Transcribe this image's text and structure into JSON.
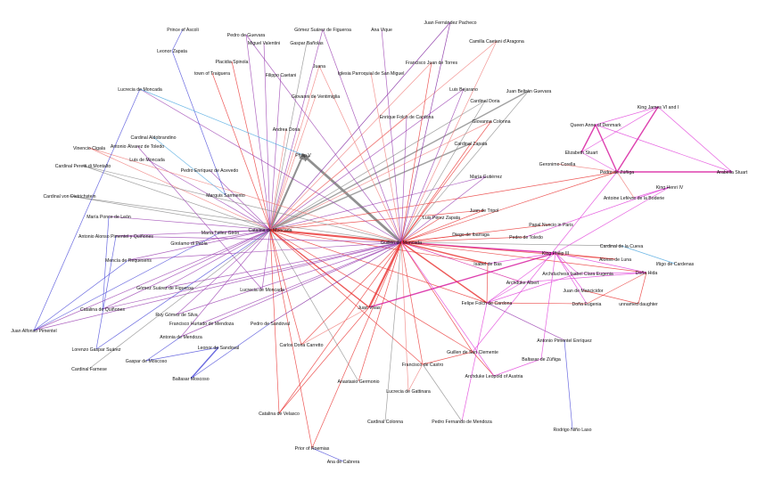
{
  "colors": {
    "purple": "#9a3fb0",
    "red": "#e8302e",
    "lightred": "#ef7a78",
    "pink": "#e03ad8",
    "magenta": "#d4109a",
    "blue": "#4646d8",
    "gray": "#8a8a8a",
    "sky": "#4aa6e0",
    "darkpurple": "#7a1a9a"
  },
  "nodes": [
    {
      "id": "catalina",
      "label": "Catalina de Moncada"
    },
    {
      "id": "guillen",
      "label": "Guillén de Moncada"
    },
    {
      "id": "philip",
      "label": "Philip V"
    },
    {
      "id": "ascoli",
      "label": "Prince of Ascoli"
    },
    {
      "id": "leonorz",
      "label": "Leonor Zapata"
    },
    {
      "id": "pguevara",
      "label": "Pedro de Guevara"
    },
    {
      "id": "miguel",
      "label": "Miguel Valentini"
    },
    {
      "id": "gbanolas",
      "label": "Gaspar Bañolas"
    },
    {
      "id": "gsf1",
      "label": "Gómez Suárez de Figueroa"
    },
    {
      "id": "anavique",
      "label": "Ana Vique"
    },
    {
      "id": "placidia",
      "label": "Placidia Spinola"
    },
    {
      "id": "traiguera",
      "label": "town of Traiguera"
    },
    {
      "id": "filippo",
      "label": "Filippo Caetani"
    },
    {
      "id": "juana",
      "label": "Juana"
    },
    {
      "id": "iglesia",
      "label": "Iglesia Parroquial de San Miguel"
    },
    {
      "id": "lucrecia1",
      "label": "Lucrecia de Moncada"
    },
    {
      "id": "giovanni",
      "label": "Giovanni de Ventimiglia"
    },
    {
      "id": "andrea",
      "label": "Andrea Doria"
    },
    {
      "id": "aldobrandino",
      "label": "Cardinal Aldobrandino"
    },
    {
      "id": "alvarez",
      "label": "Antonio Álvarez de Toledo"
    },
    {
      "id": "cigala",
      "label": "Vinencio Cigala"
    },
    {
      "id": "luism",
      "label": "Luis de Moncada"
    },
    {
      "id": "peretti",
      "label": "Cardinal Peretti di Montalto"
    },
    {
      "id": "acevedo",
      "label": "Pedro Enríquez de Acevedo"
    },
    {
      "id": "sarmiento",
      "label": "Marquis Sarmiento"
    },
    {
      "id": "dietrich",
      "label": "Cardinal von Dietrichstein"
    },
    {
      "id": "ponce",
      "label": "María Ponce de León"
    },
    {
      "id": "aapq",
      "label": "Antonio Alonso Pimentel y Quiñones"
    },
    {
      "id": "girolamo",
      "label": "Girolamo di Paola"
    },
    {
      "id": "tellez",
      "label": "María Téllez Girón"
    },
    {
      "id": "mencia",
      "label": "Mencía de Requesens"
    },
    {
      "id": "gsf2",
      "label": "Gómez Suárez de Figueroa"
    },
    {
      "id": "lucrecia2",
      "label": "Lucrecia de Moncada"
    },
    {
      "id": "quinones",
      "label": "Catalina de Quiñones"
    },
    {
      "id": "ruy",
      "label": "Ruy Gómez de Silva"
    },
    {
      "id": "hurtado",
      "label": "Francisco Hurtado de Mendoza"
    },
    {
      "id": "psandoval",
      "label": "Pedro de Sandoval"
    },
    {
      "id": "jap",
      "label": "Juan Alfonso Pimentel"
    },
    {
      "id": "antonia",
      "label": "Antonia de Mendoza"
    },
    {
      "id": "leonors",
      "label": "Leonor de Sandoval"
    },
    {
      "id": "carretto",
      "label": "Carlos Doria Carretto"
    },
    {
      "id": "lorenzo",
      "label": "Lorenzo Gaspar Suárez"
    },
    {
      "id": "gmoscoso",
      "label": "Gaspar de Moscoso"
    },
    {
      "id": "farnese",
      "label": "Cardinal Farnese"
    },
    {
      "id": "bmoscoso",
      "label": "Baltasar Moscoso"
    },
    {
      "id": "vivas",
      "label": "Juan Vivas"
    },
    {
      "id": "velasco",
      "label": "Catalina de Velasco"
    },
    {
      "id": "prior",
      "label": "Prior of Roemias"
    },
    {
      "id": "cabrera",
      "label": "Ana de Cabrera"
    },
    {
      "id": "germonio",
      "label": "Anastasio Germonio"
    },
    {
      "id": "ccolonna",
      "label": "Cardinal Colonna"
    },
    {
      "id": "gattinara",
      "label": "Lucrecia de Gattinara"
    },
    {
      "id": "castro",
      "label": "Francisco de Castro"
    },
    {
      "id": "sanclemente",
      "label": "Guillen de San Clemente"
    },
    {
      "id": "leopold",
      "label": "Archduke Leopold of Austria"
    },
    {
      "id": "pfmendoza",
      "label": "Pedro Fernando de Mendoza"
    },
    {
      "id": "bzuniga",
      "label": "Baltasar de Zúñiga"
    },
    {
      "id": "ape",
      "label": "Antonio Pimentel Enríquez"
    },
    {
      "id": "rodrigo",
      "label": "Rodrigo Niño Laso"
    },
    {
      "id": "felipe",
      "label": "Felipe Folch de Cardona"
    },
    {
      "id": "albert",
      "label": "Archduke Albert"
    },
    {
      "id": "isabelbas",
      "label": "Isabel de Bas"
    },
    {
      "id": "kingphilip",
      "label": "King Philip III"
    },
    {
      "id": "isabelclara",
      "label": "Archduchess Isabel Clara Eugenia"
    },
    {
      "id": "mancicidor",
      "label": "Juan de Mancicidor"
    },
    {
      "id": "eugenia",
      "label": "Doña Eugenia"
    },
    {
      "id": "daughter",
      "label": "unnamed daughter"
    },
    {
      "id": "hida",
      "label": "Doña Hida"
    },
    {
      "id": "luna",
      "label": "Alonso de Luna"
    },
    {
      "id": "cardenas",
      "label": "Iñigo de Cardenas"
    },
    {
      "id": "cueva",
      "label": "Cardinal de la Cueva"
    },
    {
      "id": "ptoledo",
      "label": "Pedro de Toledo"
    },
    {
      "id": "ibarra",
      "label": "Diego de Ibarraga"
    },
    {
      "id": "nuncio",
      "label": "Papal Nuncio in Paris"
    },
    {
      "id": "tripol",
      "label": "Juan de Tripol"
    },
    {
      "id": "lpzapata",
      "label": "Luis Pérez Zapata"
    },
    {
      "id": "gutierrez",
      "label": "María Gutiérrez"
    },
    {
      "id": "czapata",
      "label": "Cardinal Zapata"
    },
    {
      "id": "gcolonna",
      "label": "Giovanna Colonna"
    },
    {
      "id": "cdoria",
      "label": "Cardinal Doria"
    },
    {
      "id": "bejarano",
      "label": "Luis Bejarano"
    },
    {
      "id": "beltran",
      "label": "Juan Beltrán Guevara"
    },
    {
      "id": "enrique",
      "label": "Enrique Folch de Cardona"
    },
    {
      "id": "torres",
      "label": "Francisco Juan de Torres"
    },
    {
      "id": "camilla",
      "label": "Camilla Caetani d'Aragona"
    },
    {
      "id": "pacheco",
      "label": "Juan Fernández Pacheco"
    },
    {
      "id": "james",
      "label": "King James VI and I"
    },
    {
      "id": "anne",
      "label": "Queen Anne of Denmark"
    },
    {
      "id": "elizabeth",
      "label": "Elizabeth Stuart"
    },
    {
      "id": "corella",
      "label": "Geronimo Corella"
    },
    {
      "id": "pzuniga",
      "label": "Pedro de Zúñiga"
    },
    {
      "id": "arabella",
      "label": "Arabella Stuart"
    },
    {
      "id": "henri",
      "label": "King Henri IV"
    },
    {
      "id": "boderie",
      "label": "Antoine Lefèvre de la Boderie"
    }
  ],
  "edges": [
    [
      "catalina",
      "philip",
      "gray",
      3
    ],
    [
      "guillen",
      "philip",
      "gray",
      4
    ],
    [
      "catalina",
      "pguevara",
      "purple",
      1
    ],
    [
      "catalina",
      "miguel",
      "purple",
      1
    ],
    [
      "catalina",
      "gbanolas",
      "gray",
      1
    ],
    [
      "catalina",
      "placidia",
      "red",
      1
    ],
    [
      "catalina",
      "traiguera",
      "red",
      1
    ],
    [
      "catalina",
      "filippo",
      "purple",
      1
    ],
    [
      "catalina",
      "juana",
      "lightred",
      1
    ],
    [
      "catalina",
      "gsf1",
      "purple",
      1
    ],
    [
      "catalina",
      "giovanni",
      "lightred",
      1
    ],
    [
      "catalina",
      "andrea",
      "lightred",
      1
    ],
    [
      "catalina",
      "acevedo",
      "purple",
      1
    ],
    [
      "catalina",
      "sarmiento",
      "purple",
      1
    ],
    [
      "catalina",
      "cigala",
      "lightred",
      1
    ],
    [
      "catalina",
      "peretti",
      "gray",
      1
    ],
    [
      "catalina",
      "dietrich",
      "gray",
      1
    ],
    [
      "catalina",
      "luism",
      "purple",
      1
    ],
    [
      "catalina",
      "ponce",
      "purple",
      1
    ],
    [
      "catalina",
      "aapq",
      "purple",
      1
    ],
    [
      "catalina",
      "girolamo",
      "purple",
      1
    ],
    [
      "catalina",
      "tellez",
      "purple",
      1
    ],
    [
      "catalina",
      "mencia",
      "purple",
      1
    ],
    [
      "catalina",
      "gsf2",
      "purple",
      1
    ],
    [
      "catalina",
      "lucrecia2",
      "purple",
      1
    ],
    [
      "catalina",
      "quinones",
      "purple",
      1
    ],
    [
      "catalina",
      "ruy",
      "purple",
      1
    ],
    [
      "catalina",
      "jap",
      "purple",
      1
    ],
    [
      "catalina",
      "antonia",
      "purple",
      1
    ],
    [
      "catalina",
      "lorenzo",
      "blue",
      1
    ],
    [
      "catalina",
      "farnese",
      "gray",
      1
    ],
    [
      "catalina",
      "velasco",
      "red",
      1
    ],
    [
      "catalina",
      "prior",
      "red",
      1
    ],
    [
      "catalina",
      "carretto",
      "red",
      1
    ],
    [
      "catalina",
      "vivas",
      "red",
      2
    ],
    [
      "catalina",
      "guillen",
      "red",
      3
    ],
    [
      "catalina",
      "germonio",
      "gray",
      1
    ],
    [
      "catalina",
      "castro",
      "red",
      1
    ],
    [
      "catalina",
      "sanclemente",
      "red",
      1
    ],
    [
      "catalina",
      "isabelbas",
      "red",
      1
    ],
    [
      "catalina",
      "felipe",
      "red",
      1
    ],
    [
      "catalina",
      "torres",
      "lightred",
      1
    ],
    [
      "catalina",
      "camilla",
      "lightred",
      1
    ],
    [
      "catalina",
      "bejarano",
      "purple",
      1
    ],
    [
      "catalina",
      "cdoria",
      "gray",
      1
    ],
    [
      "catalina",
      "beltran",
      "gray",
      2
    ],
    [
      "catalina",
      "gcolonna",
      "lightred",
      1
    ],
    [
      "catalina",
      "czapata",
      "gray",
      2
    ],
    [
      "catalina",
      "gutierrez",
      "purple",
      1
    ],
    [
      "catalina",
      "pacheco",
      "darkpurple",
      1
    ],
    [
      "catalina",
      "enrique",
      "lightred",
      1
    ],
    [
      "catalina",
      "tripol",
      "red",
      1
    ],
    [
      "catalina",
      "pzuniga",
      "red",
      1
    ],
    [
      "guillen",
      "pacheco",
      "darkpurple",
      1
    ],
    [
      "guillen",
      "torres",
      "red",
      1
    ],
    [
      "guillen",
      "camilla",
      "lightred",
      1
    ],
    [
      "guillen",
      "bejarano",
      "purple",
      1
    ],
    [
      "guillen",
      "beltran",
      "gray",
      1
    ],
    [
      "guillen",
      "cdoria",
      "gray",
      1
    ],
    [
      "guillen",
      "gcolonna",
      "red",
      1
    ],
    [
      "guillen",
      "czapata",
      "red",
      1
    ],
    [
      "guillen",
      "gutierrez",
      "purple",
      1
    ],
    [
      "guillen",
      "enrique",
      "purple",
      1
    ],
    [
      "guillen",
      "iglesia",
      "lightred",
      1
    ],
    [
      "guillen",
      "juana",
      "lightred",
      1
    ],
    [
      "guillen",
      "anavique",
      "purple",
      1
    ],
    [
      "guillen",
      "gsf1",
      "purple",
      1
    ],
    [
      "guillen",
      "pguevara",
      "purple",
      1
    ],
    [
      "guillen",
      "lucrecia1",
      "purple",
      1
    ],
    [
      "guillen",
      "cigala",
      "lightred",
      1
    ],
    [
      "guillen",
      "peretti",
      "gray",
      1
    ],
    [
      "guillen",
      "dietrich",
      "gray",
      1
    ],
    [
      "guillen",
      "aapq",
      "purple",
      1
    ],
    [
      "guillen",
      "mencia",
      "purple",
      1
    ],
    [
      "guillen",
      "quinones",
      "purple",
      1
    ],
    [
      "guillen",
      "jap",
      "purple",
      1
    ],
    [
      "guillen",
      "ruy",
      "purple",
      1
    ],
    [
      "guillen",
      "antonia",
      "purple",
      1
    ],
    [
      "guillen",
      "psandoval",
      "darkpurple",
      1
    ],
    [
      "guillen",
      "hurtado",
      "purple",
      1
    ],
    [
      "guillen",
      "gsf2",
      "purple",
      1
    ],
    [
      "guillen",
      "tripol",
      "red",
      1
    ],
    [
      "guillen",
      "lpzapata",
      "red",
      1
    ],
    [
      "guillen",
      "ibarra",
      "red",
      1
    ],
    [
      "guillen",
      "ptoledo",
      "red",
      1
    ],
    [
      "guillen",
      "nuncio",
      "red",
      1
    ],
    [
      "guillen",
      "cueva",
      "gray",
      1
    ],
    [
      "guillen",
      "kingphilip",
      "magenta",
      2
    ],
    [
      "guillen",
      "isabelbas",
      "red",
      2
    ],
    [
      "guillen",
      "felipe",
      "red",
      2
    ],
    [
      "guillen",
      "albert",
      "magenta",
      1
    ],
    [
      "guillen",
      "vivas",
      "red",
      3
    ],
    [
      "guillen",
      "castro",
      "red",
      1
    ],
    [
      "guillen",
      "gattinara",
      "lightred",
      1
    ],
    [
      "guillen",
      "ccolonna",
      "gray",
      1
    ],
    [
      "guillen",
      "germonio",
      "red",
      1
    ],
    [
      "guillen",
      "velasco",
      "red",
      1
    ],
    [
      "guillen",
      "prior",
      "red",
      1
    ],
    [
      "guillen",
      "carretto",
      "red",
      1
    ],
    [
      "guillen",
      "sanclemente",
      "red",
      1
    ],
    [
      "guillen",
      "pzuniga",
      "red",
      1
    ],
    [
      "guillen",
      "hida",
      "red",
      1
    ],
    [
      "guillen",
      "luna",
      "red",
      1
    ],
    [
      "ascoli",
      "leonorz",
      "blue",
      1
    ],
    [
      "leonorz",
      "sarmiento",
      "blue",
      1
    ],
    [
      "lucrecia1",
      "jap",
      "blue",
      1
    ],
    [
      "lucrecia1",
      "philip",
      "sky",
      1
    ],
    [
      "alvarez",
      "lucrecia2",
      "purple",
      1
    ],
    [
      "aldobrandino",
      "sarmiento",
      "sky",
      1
    ],
    [
      "ponce",
      "quinones",
      "blue",
      1
    ],
    [
      "aapq",
      "lorenzo",
      "blue",
      1
    ],
    [
      "tellez",
      "jap",
      "blue",
      1
    ],
    [
      "jap",
      "mencia",
      "blue",
      1
    ],
    [
      "leonors",
      "bmoscoso",
      "blue",
      2
    ],
    [
      "leonors",
      "gmoscoso",
      "blue",
      1
    ],
    [
      "psandoval",
      "bmoscoso",
      "blue",
      1
    ],
    [
      "antonia",
      "gmoscoso",
      "blue",
      1
    ],
    [
      "prior",
      "cabrera",
      "blue",
      1
    ],
    [
      "velasco",
      "vivas",
      "red",
      1
    ],
    [
      "carretto",
      "vivas",
      "lightred",
      1
    ],
    [
      "castro",
      "gattinara",
      "lightred",
      1
    ],
    [
      "castro",
      "pfmendoza",
      "gray",
      1
    ],
    [
      "sanclemente",
      "castro",
      "red",
      1
    ],
    [
      "sanclemente",
      "leopold",
      "red",
      1
    ],
    [
      "vivas",
      "kingphilip",
      "magenta",
      2
    ],
    [
      "felipe",
      "isabelbas",
      "red",
      1
    ],
    [
      "felipe",
      "kingphilip",
      "pink",
      1
    ],
    [
      "felipe",
      "albert",
      "pink",
      1
    ],
    [
      "felipe",
      "isabelclara",
      "pink",
      1
    ],
    [
      "felipe",
      "eugenia",
      "red",
      1
    ],
    [
      "felipe",
      "ape",
      "purple",
      1
    ],
    [
      "ape",
      "rodrigo",
      "blue",
      1
    ],
    [
      "kingphilip",
      "isabelbas",
      "pink",
      1
    ],
    [
      "kingphilip",
      "isabelclara",
      "pink",
      1
    ],
    [
      "kingphilip",
      "mancicidor",
      "pink",
      1
    ],
    [
      "kingphilip",
      "eugenia",
      "pink",
      1
    ],
    [
      "kingphilip",
      "hida",
      "pink",
      1
    ],
    [
      "kingphilip",
      "bzuniga",
      "pink",
      1
    ],
    [
      "kingphilip",
      "luna",
      "red",
      1
    ],
    [
      "isabelclara",
      "hida",
      "pink",
      1
    ],
    [
      "albert",
      "hida",
      "pink",
      1
    ],
    [
      "hida",
      "eugenia",
      "red",
      1
    ],
    [
      "hida",
      "daughter",
      "red",
      1
    ],
    [
      "mancicidor",
      "daughter",
      "red",
      1
    ],
    [
      "cueva",
      "cardenas",
      "sky",
      1
    ],
    [
      "bzuniga",
      "leopold",
      "pink",
      1
    ],
    [
      "pzuniga",
      "james",
      "magenta",
      2
    ],
    [
      "pzuniga",
      "anne",
      "magenta",
      2
    ],
    [
      "pzuniga",
      "arabella",
      "magenta",
      2
    ],
    [
      "pzuniga",
      "elizabeth",
      "pink",
      1
    ],
    [
      "pzuniga",
      "corella",
      "lightred",
      1
    ],
    [
      "pzuniga",
      "boderie",
      "lightred",
      1
    ],
    [
      "pzuniga",
      "sanclemente",
      "pink",
      1
    ],
    [
      "anne",
      "elizabeth",
      "magenta",
      2
    ],
    [
      "anne",
      "james",
      "pink",
      1
    ],
    [
      "anne",
      "arabella",
      "pink",
      1
    ],
    [
      "james",
      "elizabeth",
      "pink",
      1
    ],
    [
      "james",
      "arabella",
      "pink",
      1
    ],
    [
      "boderie",
      "henri",
      "pink",
      1
    ],
    [
      "henri",
      "kingphilip",
      "pink",
      1
    ],
    [
      "henri",
      "ptoledo",
      "pink",
      1
    ],
    [
      "felipe",
      "pfmendoza",
      "pink",
      1
    ],
    [
      "guillen",
      "leopold",
      "pink",
      1
    ]
  ]
}
